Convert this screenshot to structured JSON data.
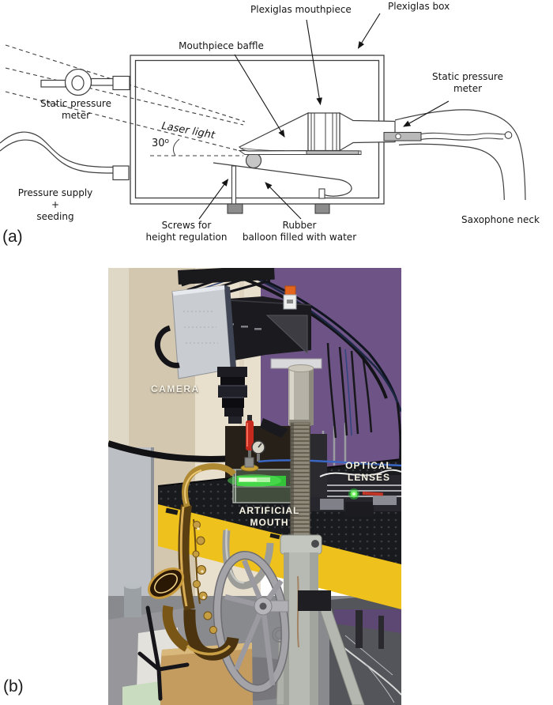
{
  "figure": {
    "panel_a_tag": "(a)",
    "panel_b_tag": "(b)"
  },
  "diagram": {
    "labels": {
      "plexiglas_mouthpiece": "Plexiglas mouthpiece",
      "plexiglas_box": "Plexiglas box",
      "mouthpiece_baffle": "Mouthpiece baffle",
      "static_pressure_meter_right": "Static pressure\nmeter",
      "static_pressure_meter_left": "Static pressure\nmeter",
      "laser_light": "Laser light",
      "angle_value": "30",
      "angle_unit": "o",
      "pressure_supply": "Pressure supply\n+\nseeding",
      "screws": "Screws for\nheight regulation",
      "rubber_balloon": "Rubber\nballoon filled with water",
      "saxophone_neck": "Saxophone neck"
    }
  },
  "photo": {
    "labels": {
      "camera": "CAMERA",
      "optical_lenses": "OPTICAL\nLENSES",
      "artificial_mouth": "ARTIFICIAL\nMOUTH"
    },
    "colors": {
      "wall_purple": "#6e5486",
      "wall_beige": "#d3c7b0",
      "table_yellow": "#eec11d",
      "laser_green": "#35e03a",
      "saxophone_brass": "#b08a33"
    }
  }
}
